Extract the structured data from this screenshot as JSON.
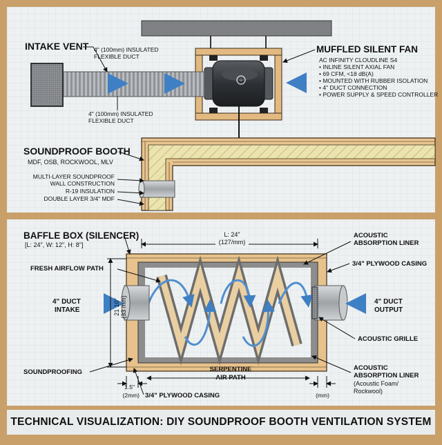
{
  "top": {
    "intake_vent": "INTAKE VENT",
    "duct_label_1a": "4\" (100mm) INSULATED",
    "duct_label_1b": "FLEXIBLE DUCT",
    "duct_label_2a": "4\" (100mm) INSULATED",
    "duct_label_2b": "FLEXIBLE DUCT",
    "fan_title": "MUFFLED SILENT FAN",
    "fan_lines": [
      "AC INFINITY CLOUDLINE S4",
      "• INLINE SILENT AXIAL FAN",
      "• 69 CFM, <18 dB(A)",
      "• MOUNTED WITH RUBBER ISOLATION",
      "• 4\" DUCT CONNECTION",
      "• POWER SUPPLY & SPEED CONTROLLER"
    ],
    "booth_title": "SOUNDPROOF BOOTH",
    "booth_sub": "MDF, OSB, ROCKWOOL, MLV",
    "wall_lines": [
      "MULTI-LAYER SOUNDPROOF",
      "WALL CONSTRUCTION",
      "R-19 INSULATION",
      "DOUBLE LAYER 3/4\" MDF"
    ]
  },
  "bottom": {
    "baffle_title": "BAFFLE BOX (SILENCER)",
    "baffle_dims": "[L: 24\", W: 12\", H: 8\"]",
    "length_a": "L: 24\"",
    "length_b": "(127/mm)",
    "height_a": "21 10\"",
    "height_b": "(33 mm)",
    "fresh_airflow": "FRESH AIRFLOW PATH",
    "duct_intake_a": "4\" DUCT",
    "duct_intake_b": "INTAKE",
    "soundproofing": "SOUNDPROOFING",
    "liner_top_a": "ACOUSTIC",
    "liner_top_b": "ABSORPTION LINER",
    "casing_top": "3/4\" PLYWOOD CASING",
    "duct_output_a": "4\" DUCT",
    "duct_output_b": "OUTPUT",
    "grille": "ACOUSTIC GRILLE",
    "serpentine_a": "SERPENTINE",
    "serpentine_b": "AIR PATH",
    "casing_bottom": "3/4\" PLYWOOD CASING",
    "liner_bot_a": "ACOUSTIC",
    "liner_bot_b": "ABSORPTION LINER",
    "liner_bot_c": "(Acoustic Foam/",
    "liner_bot_d": "Rockwool)",
    "dim_15": "1.5\"",
    "dim_2mm": "(2mm)",
    "dim_mm": "(mm)"
  },
  "footer": "TECHNICAL VISUALIZATION: DIY SOUNDPROOF BOOTH VENTILATION SYSTEM",
  "colors": {
    "frame": "#c9a06a",
    "paper": "#eef1f2",
    "grid": "#d5dbe0",
    "wood": "#e7c28c",
    "insulation": "#ece4b0",
    "liner": "#8d8d8d",
    "airflow": "#4f8fd0",
    "duct": "#b6b9bc"
  }
}
